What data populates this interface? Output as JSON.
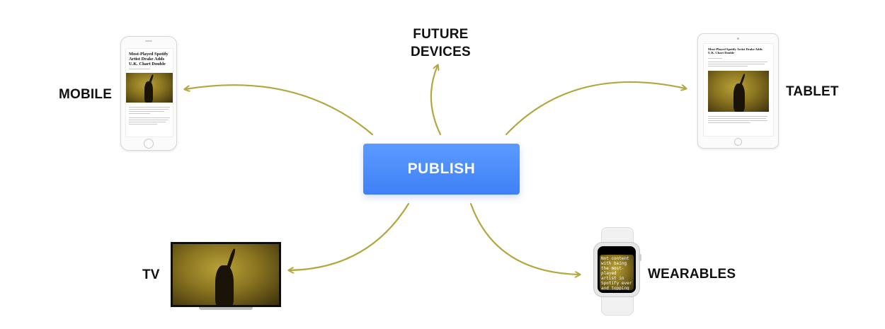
{
  "labels": {
    "publish": "PUBLISH",
    "mobile": "MOBILE",
    "tablet": "TABLET",
    "future_line1": "FUTURE",
    "future_line2": "DEVICES",
    "tv": "TV",
    "wearables": "WEARABLES"
  },
  "phone_article": {
    "headline": "Most-Played Spotify Artist Drake Adds U.K. Chart Double"
  },
  "tablet_article": {
    "headline": "Most-Played Spotify Artist Drake Adds U.K. Chart Double"
  },
  "watch": {
    "caption": "Not content with being the most-played artist in Spotify ever and topping the U.S. charts, Drake has"
  },
  "colors": {
    "arrow": "#b3a73f",
    "publish_top": "#5b9bff",
    "publish_bottom": "#3f80f7",
    "text": "#111111"
  },
  "icons": [
    "phone-device-icon",
    "tablet-device-icon",
    "tv-device-icon",
    "watch-device-icon"
  ]
}
